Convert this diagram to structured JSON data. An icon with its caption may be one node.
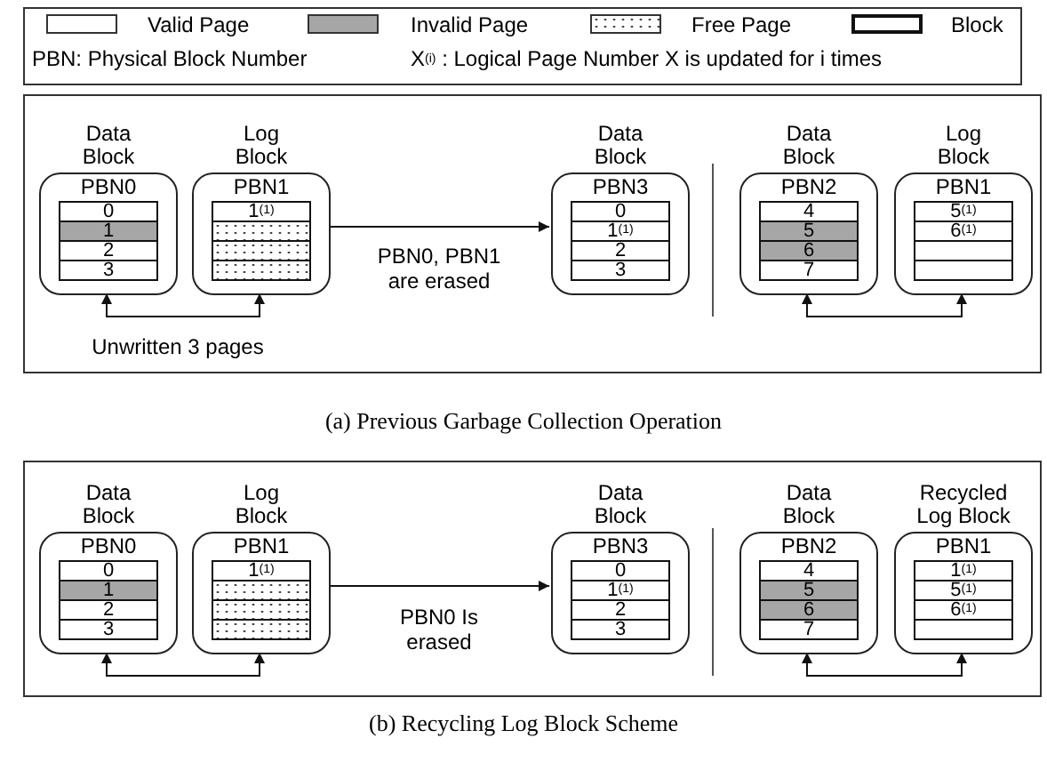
{
  "diagram": {
    "nodes": [
      {
        "text": [],
        "shape": "box",
        "beside": [
          "(a) Previous Garbage Collection Operation"
        ]
      },
      {
        "text": [
          "Data Block",
          "PBN0"
        ],
        "in": 0
      },
      {
        "text": [
          "0"
        ],
        "in": 1
      },
      {
        "text": [
          "1"
        ],
        "in": 1
      },
      {
        "text": [
          "2"
        ],
        "in": 1
      },
      {
        "text": [
          "3"
        ],
        "in": 1
      },
      {
        "text": [
          "Log Block",
          "PBN1"
        ],
        "in": 0
      },
      {
        "text": [
          "1$^{(1)}$"
        ],
        "in": 6
      },
      {
        "text": [],
        "shape": "box",
        "in": 6
      },
      {
        "text": [],
        "shape": "box",
        "in": 6
      },
      {
        "text": [],
        "shape": "box",
        "in": 6
      },
      {
        "text": [
          "Data Block",
          "PBN3"
        ],
        "in": 0
      },
      {
        "text": [
          "0"
        ],
        "in": 11
      },
      {
        "text": [
          "1$^{(1)}$"
        ],
        "in": 11
      },
      {
        "text": [
          "2"
        ],
        "in": 11
      },
      {
        "text": [
          "3"
        ],
        "in": 11
      },
      {
        "text": [
          "Data Block",
          "PBN2"
        ],
        "in": 0
      },
      {
        "text": [
          "4"
        ],
        "in": 16
      },
      {
        "text": [
          "5"
        ],
        "in": 16
      },
      {
        "text": [
          "6"
        ],
        "in": 16
      },
      {
        "text": [
          "7"
        ],
        "in": 16
      },
      {
        "text": [
          "Log Block",
          "PBN1"
        ],
        "in": 0
      },
      {
        "text": [
          "5$^{(1)}$"
        ],
        "in": 21
      },
      {
        "text": [
          "6$^{(1)}$"
        ],
        "in": 21
      },
      {
        "text": [],
        "shape": "box",
        "in": 21
      },
      {
        "text": [],
        "shape": "box",
        "in": 21
      },
      {
        "text": [],
        "shape": "box",
        "beside": [
          "(b) Recycling Log Block Scheme"
        ]
      },
      {
        "text": [
          "Data Block",
          "PBN0"
        ],
        "in": 26
      },
      {
        "text": [
          "0"
        ],
        "in": 27
      },
      {
        "text": [
          "1"
        ],
        "in": 27
      },
      {
        "text": [
          "2"
        ],
        "in": 27
      },
      {
        "text": [
          "3"
        ],
        "in": 27
      },
      {
        "text": [
          "Log Block",
          "PBN1"
        ],
        "in": 26
      },
      {
        "text": [
          "1$^{(1)}$"
        ],
        "in": 32
      },
      {
        "text": [],
        "shape": "box",
        "in": 32
      },
      {
        "text": [],
        "shape": "box",
        "in": 32
      },
      {
        "text": [],
        "shape": "box",
        "in": 32
      },
      {
        "text": [
          "Data Block",
          "PBN3"
        ],
        "in": 26
      },
      {
        "text": [
          "0"
        ],
        "in": 37
      },
      {
        "text": [
          "1$^{(1)}$"
        ],
        "in": 37
      },
      {
        "text": [
          "2"
        ],
        "in": 37
      },
      {
        "text": [
          "3"
        ],
        "in": 37
      },
      {
        "text": [
          "Data Block",
          "PBN2"
        ],
        "in": 26
      },
      {
        "text": [
          "4"
        ],
        "in": 42
      },
      {
        "text": [
          "5"
        ],
        "in": 42
      },
      {
        "text": [
          "6"
        ],
        "in": 42
      },
      {
        "text": [
          "7"
        ],
        "in": 42
      },
      {
        "text": [
          "Recycled Log Block",
          "PBN1"
        ],
        "in": 26
      },
      {
        "text": [
          "1$^{(1)}$"
        ],
        "in": 47
      },
      {
        "text": [
          "5$^{(1)}$"
        ],
        "in": 47
      },
      {
        "text": [
          "6$^{(1)}$"
        ],
        "in": 47
      },
      {
        "text": [],
        "shape": "box",
        "in": 47
      }
    ],
    "edges": [
      {
        "from": 1,
        "to": 6,
        "arrow": "both",
        "label": "Unwritten 3 pages"
      },
      {
        "from": 6,
        "to": 11,
        "arrow": "to",
        "label": "PBN0, PBN1 are erased"
      },
      {
        "from": 16,
        "to": 21,
        "arrow": "both"
      },
      {
        "from": 27,
        "to": 32,
        "arrow": "both"
      },
      {
        "from": 32,
        "to": 37,
        "arrow": "to",
        "label": "PBN0 Is erased"
      },
      {
        "from": 42,
        "to": 47,
        "arrow": "both"
      }
    ],
    "labels": [
      "PBN: Physical Block Number",
      "X$^{(i)}$ : Logical Page Number X is updated for i times"
    ],
    "legend": [
      {
        "text": "Valid Page",
        "color": "#ffffff"
      },
      {
        "text": "Invalid Page",
        "color": "#a6a6a6"
      },
      {
        "text": "Free Page"
      },
      {
        "text": "Block"
      }
    ]
  }
}
